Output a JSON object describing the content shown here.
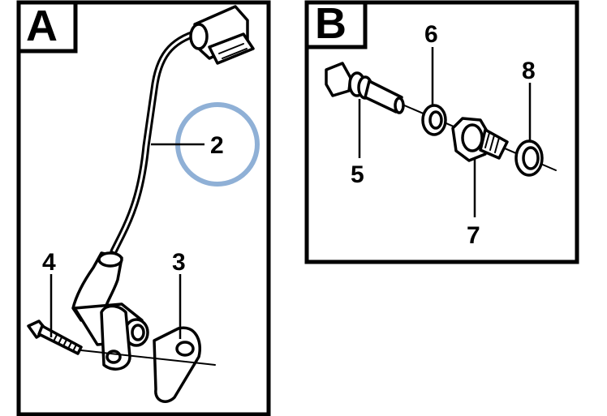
{
  "panels": [
    {
      "id": "A",
      "label": "A"
    },
    {
      "id": "B",
      "label": "B"
    }
  ],
  "callouts": {
    "sensor_cable": "2",
    "bracket": "3",
    "bolt": "4",
    "temp_sensor": "5",
    "seal_washer_small": "6",
    "adapter_nut": "7",
    "seal_washer_large": "8"
  },
  "highlight": {
    "target": "2",
    "color": "#8fb0d6"
  },
  "colors": {
    "line": "#000000",
    "background": "#ffffff"
  }
}
